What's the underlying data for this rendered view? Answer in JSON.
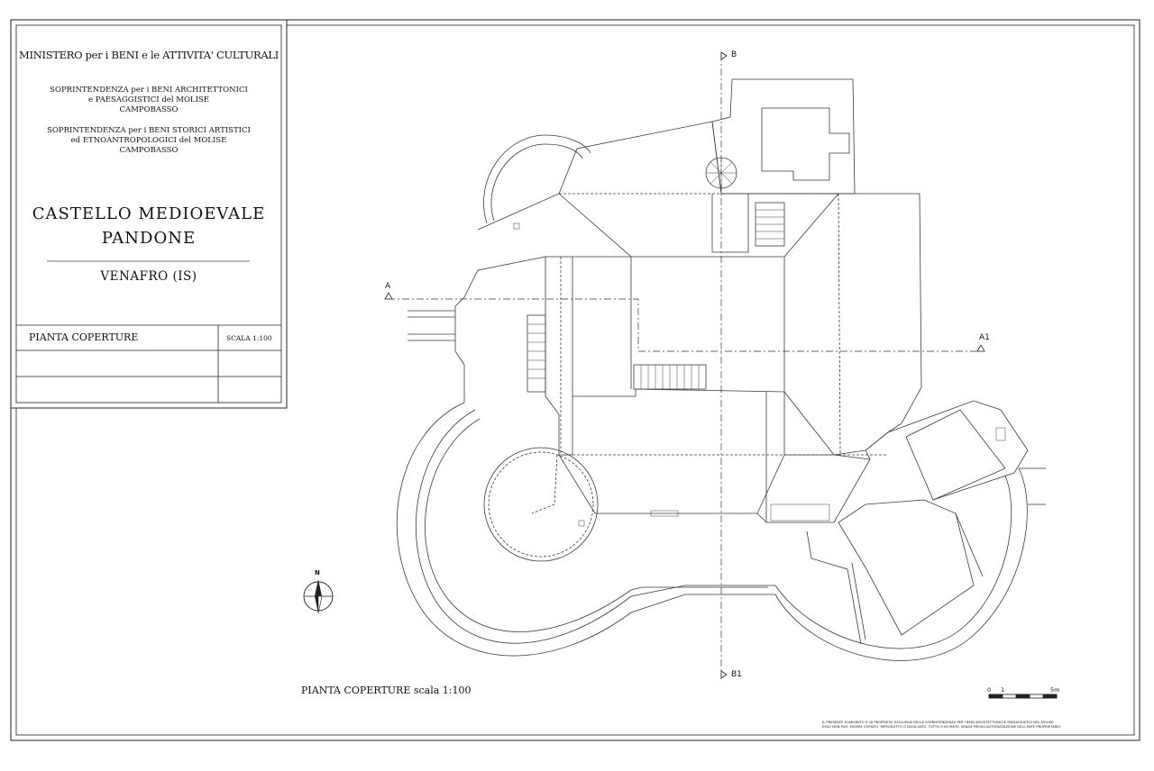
{
  "title_block": {
    "ministry": "MINISTERO per i BENI e le ATTIVITA' CULTURALI",
    "office1": [
      "SOPRINTENDENZA per i BENI ARCHITETTONICI",
      "e PAESAGGISTICI del MOLISE",
      "CAMPOBASSO"
    ],
    "office2": [
      "SOPRINTENDENZA per i BENI STORICI ARTISTICI",
      "ed ETNOANTROPOLOGICI del MOLISE",
      "CAMPOBASSO"
    ],
    "project_line1": "CASTELLO MEDIOEVALE",
    "project_line2": "PANDONE",
    "location": "VENAFRO (IS)",
    "sheet_title": "PIANTA COPERTURE",
    "sheet_scale": "SCALA 1:100"
  },
  "drawing": {
    "caption": "PIANTA COPERTURE scala 1:100",
    "section_marks": {
      "a": "A",
      "a1": "A1",
      "b": "B",
      "b1": "B1"
    },
    "north_label": "N",
    "scale_bar": {
      "start": "0",
      "mid": "1",
      "end": "5m"
    },
    "disclaimer": [
      "IL PRESENTE ELABORATO E' DI PROPRIETA' ESCLUSIVA DELLA SOPRINTENDENZA PER I BENI ARCHITETTONICI E PAESAGGISTICI DEL MOLISE",
      "ESSO NON PUO' ESSERE COPIATO, RIPRODOTTO O DIVULGATO, TUTTO O IN PARTE, SENZA PREVIA AUTORIZZAZIONE DELL'ENTE PROPRIETARIO"
    ]
  },
  "colors": {
    "line": "#3a3a3a",
    "frame": "#222222",
    "dim": "#777777"
  }
}
